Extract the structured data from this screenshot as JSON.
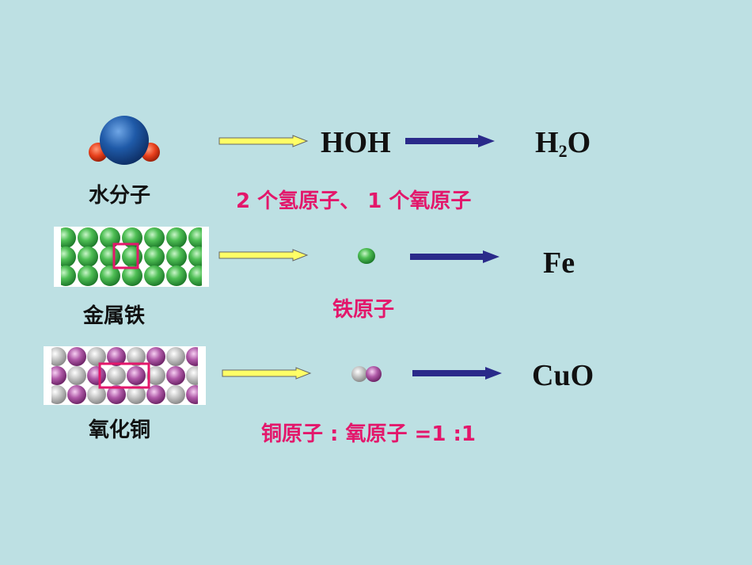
{
  "rows": [
    {
      "substance": "水分子",
      "intermediate": "HOH",
      "formula_main": "H",
      "formula_sub": "2",
      "formula_tail": "O",
      "composition": "2 个氢原子、 1 个氧原子"
    },
    {
      "substance": "金属铁",
      "formula_main": "Fe",
      "composition": "铁原子"
    },
    {
      "substance": "氧化铜",
      "formula_main": "CuO",
      "composition": "铜原子 : 氧原子 =1 :1"
    }
  ],
  "colors": {
    "background": "#bde0e3",
    "label_pink": "#e3176b",
    "yellow_arrow": "#ffff66",
    "blue_arrow": "#2a2a8a",
    "water_oxygen": "#1f5aa8",
    "water_hydrogen": "#e8401c",
    "iron_atom": "#3fa84a",
    "copper_atom": "#b9b9b9",
    "oxide_oxygen": "#a0479c",
    "highlight_box": "#e3176b"
  },
  "icons": {
    "water": "water-molecule-icon",
    "iron": "iron-lattice-icon",
    "copper_oxide": "copper-oxide-lattice-icon"
  }
}
